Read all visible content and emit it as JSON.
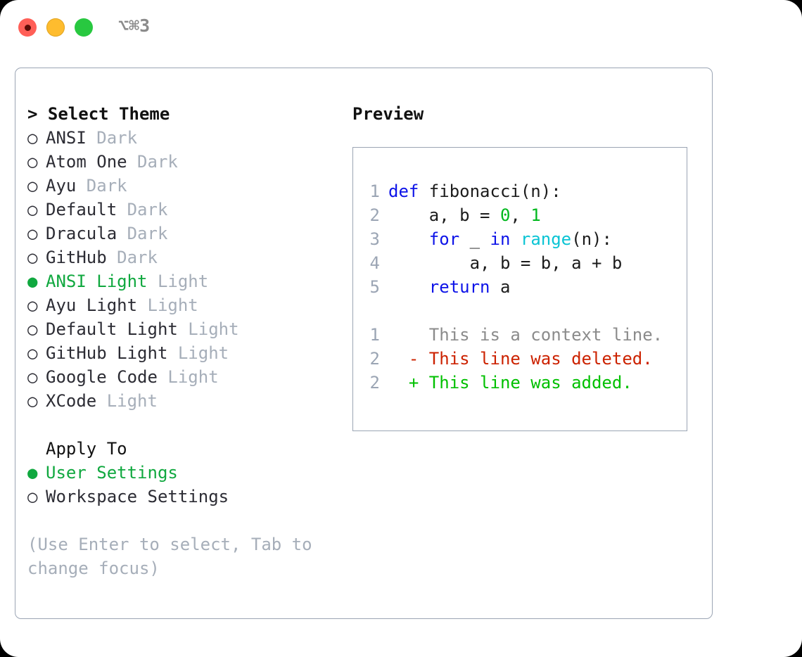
{
  "titlebar": {
    "shortcut": "⌥⌘3",
    "buttons": [
      {
        "name": "close",
        "color": "#ff5f57"
      },
      {
        "name": "minimize",
        "color": "#febc2e"
      },
      {
        "name": "maximize",
        "color": "#28c840"
      }
    ]
  },
  "theme_panel": {
    "heading": "> Select Theme",
    "bullet_selected": "●",
    "bullet_unselected": "○",
    "accent_color": "#10a83f",
    "muted_color": "#a6aeb9",
    "items": [
      {
        "label": "ANSI",
        "suffix": "Dark",
        "selected": false
      },
      {
        "label": "Atom One",
        "suffix": "Dark",
        "selected": false
      },
      {
        "label": "Ayu",
        "suffix": "Dark",
        "selected": false
      },
      {
        "label": "Default",
        "suffix": "Dark",
        "selected": false
      },
      {
        "label": "Dracula",
        "suffix": "Dark",
        "selected": false
      },
      {
        "label": "GitHub",
        "suffix": "Dark",
        "selected": false
      },
      {
        "label": "ANSI Light",
        "suffix": "Light",
        "selected": true
      },
      {
        "label": "Ayu Light",
        "suffix": "Light",
        "selected": false
      },
      {
        "label": "Default Light",
        "suffix": "Light",
        "selected": false
      },
      {
        "label": "GitHub Light",
        "suffix": "Light",
        "selected": false
      },
      {
        "label": "Google Code",
        "suffix": "Light",
        "selected": false
      },
      {
        "label": "XCode",
        "suffix": "Light",
        "selected": false
      }
    ]
  },
  "apply_to": {
    "heading": "Apply To",
    "items": [
      {
        "label": "User Settings",
        "selected": true
      },
      {
        "label": "Workspace Settings",
        "selected": false
      }
    ]
  },
  "hint": "(Use Enter to select, Tab to change focus)",
  "preview": {
    "heading": "Preview",
    "code_lines": [
      {
        "num": "1",
        "tokens": [
          {
            "t": "def ",
            "c": "kw"
          },
          {
            "t": "fibonacci(n):",
            "c": "txt"
          }
        ]
      },
      {
        "num": "2",
        "tokens": [
          {
            "t": "    a, b = ",
            "c": "txt"
          },
          {
            "t": "0",
            "c": "num"
          },
          {
            "t": ", ",
            "c": "txt"
          },
          {
            "t": "1",
            "c": "num"
          }
        ]
      },
      {
        "num": "3",
        "tokens": [
          {
            "t": "    ",
            "c": "txt"
          },
          {
            "t": "for",
            "c": "kw"
          },
          {
            "t": " _ ",
            "c": "txt"
          },
          {
            "t": "in",
            "c": "kw"
          },
          {
            "t": " ",
            "c": "txt"
          },
          {
            "t": "range",
            "c": "fn"
          },
          {
            "t": "(n):",
            "c": "txt"
          }
        ]
      },
      {
        "num": "4",
        "tokens": [
          {
            "t": "        a, b = b, a + b",
            "c": "txt"
          }
        ]
      },
      {
        "num": "5",
        "tokens": [
          {
            "t": "    ",
            "c": "txt"
          },
          {
            "t": "return",
            "c": "kw"
          },
          {
            "t": " a",
            "c": "txt"
          }
        ]
      }
    ],
    "diff_lines": [
      {
        "num": "1",
        "marker": "  ",
        "text": "This is a context line.",
        "kind": "ctx"
      },
      {
        "num": "2",
        "marker": "- ",
        "text": "This line was deleted.",
        "kind": "del"
      },
      {
        "num": "2",
        "marker": "+ ",
        "text": "This line was added.",
        "kind": "add"
      }
    ]
  }
}
